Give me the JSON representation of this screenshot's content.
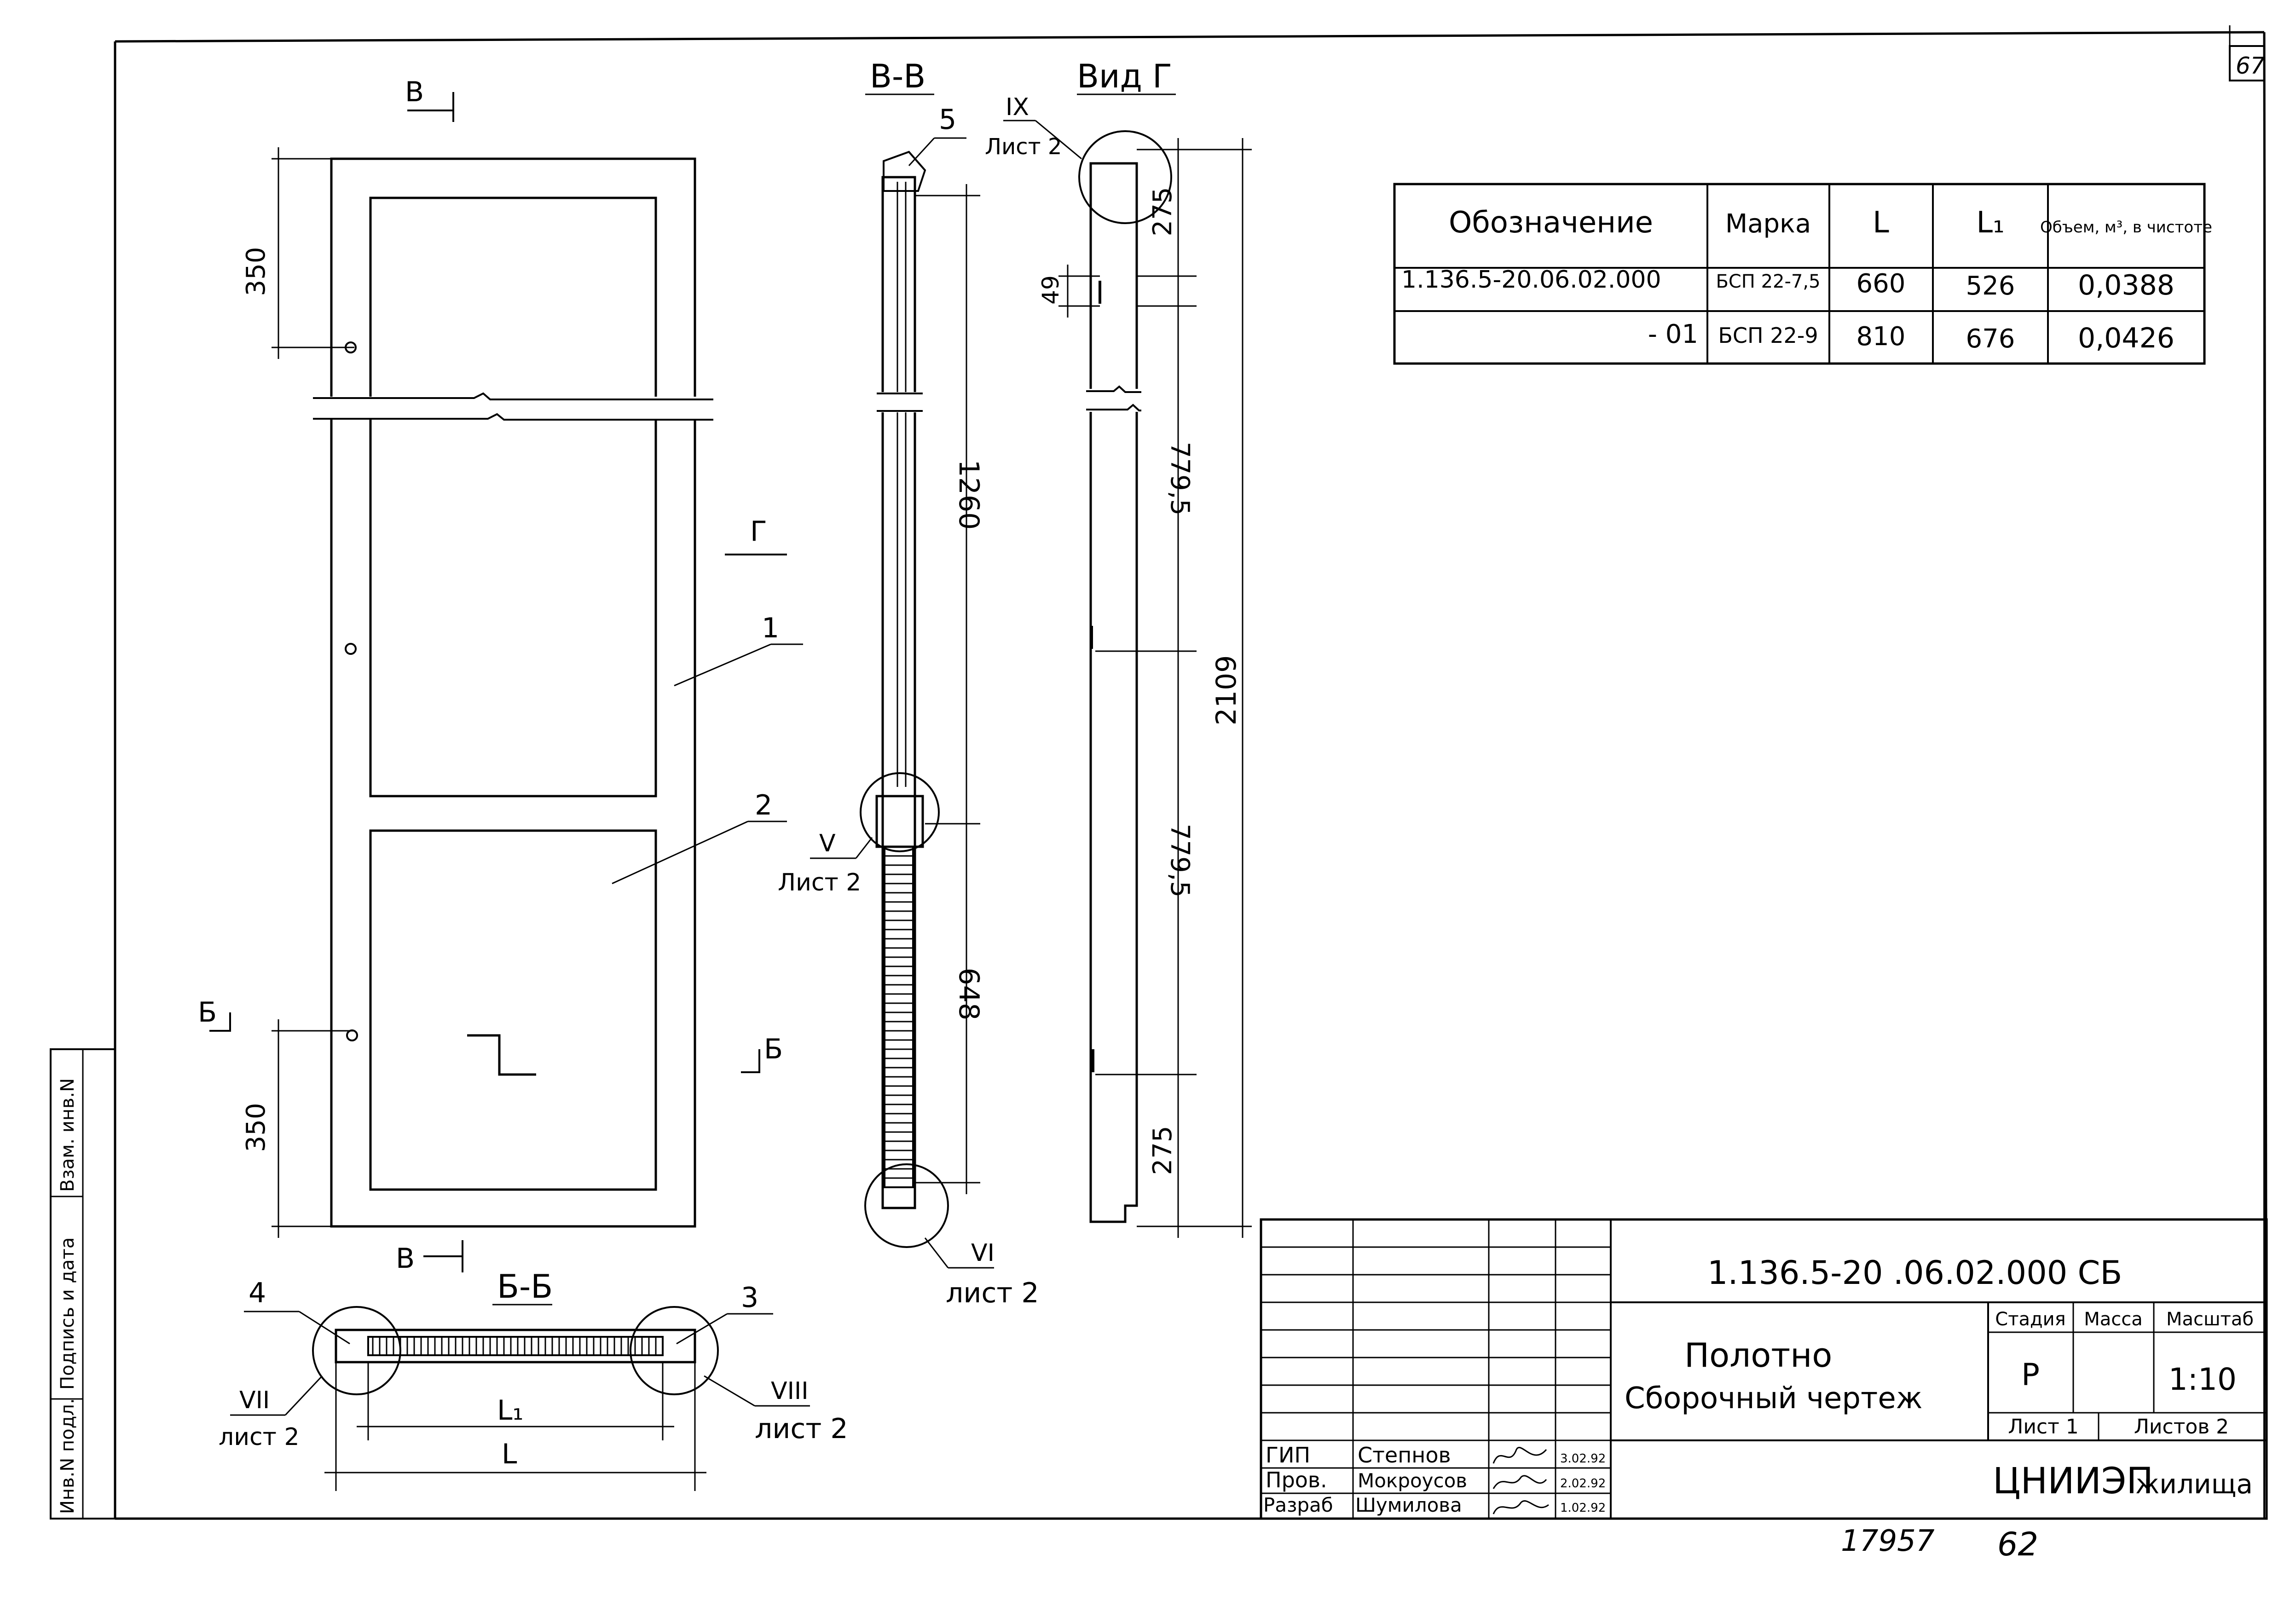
{
  "sheet": {
    "sheet_corner_number": "67",
    "footer_left_number": "17957",
    "footer_right_number": "62"
  },
  "views": {
    "front": {
      "dim_top": "350",
      "dim_bottom": "350",
      "section_mark_b": "Б",
      "section_mark_v": "В",
      "view_mark_g": "Г",
      "callout_1": "1",
      "callout_2": "2"
    },
    "section_vv": {
      "title": "В-В",
      "callout_5": "5",
      "dim_1260": "1260",
      "dim_648": "648",
      "detail_ix": "IX",
      "detail_ix_sheet": "Лист 2",
      "detail_v": "V",
      "detail_v_sheet": "Лист 2",
      "detail_vi": "VI",
      "detail_vi_sheet": "лист 2"
    },
    "view_g": {
      "title": "Вид Г",
      "dim_275_top": "275",
      "dim_49": "49",
      "dim_779_top": "779,5",
      "dim_779_bottom": "779,5",
      "dim_275_bottom": "275",
      "dim_2109": "2109"
    },
    "section_bb": {
      "title": "Б-Б",
      "callout_4": "4",
      "callout_3": "3",
      "dim_l1": "L₁",
      "dim_l": "L",
      "detail_vii": "VII",
      "detail_vii_sheet": "лист 2",
      "detail_viii": "VIII",
      "detail_viii_sheet": "лист 2"
    }
  },
  "spec_table": {
    "headers": [
      "Обозначение",
      "Марка",
      "L",
      "L₁",
      "Объем, м³, в чистоте"
    ],
    "rows": [
      [
        "1.136.5-20.06.02.000",
        "БСП 22-7,5",
        "660",
        "526",
        "0,0388"
      ],
      [
        "- 01",
        "БСП 22-9",
        "810",
        "676",
        "0,0426"
      ]
    ]
  },
  "side_stamp": [
    "Инв.N подл.",
    "Подпись и дата",
    "Взам. инв.N"
  ],
  "title_block": {
    "doc_code": "1.136.5-20 .06.02.000 СБ",
    "name_line1": "Полотно",
    "name_line2": "Сборочный чертеж",
    "stage_label": "Стадия",
    "mass_label": "Масса",
    "scale_label": "Масштаб",
    "stage_value": "Р",
    "scale_value": "1:10",
    "sheet_label": "Лист 1",
    "sheets_label": "Листов 2",
    "org_main": "ЦНИИЭП",
    "org_sub": "жилища",
    "signers": [
      {
        "role": "ГИП",
        "name": "Степнов",
        "date": "3.02.92"
      },
      {
        "role": "Пров.",
        "name": "Мокроусов",
        "date": "2.02.92"
      },
      {
        "role": "Разраб",
        "name": "Шумилова",
        "date": "1.02.92"
      }
    ]
  }
}
